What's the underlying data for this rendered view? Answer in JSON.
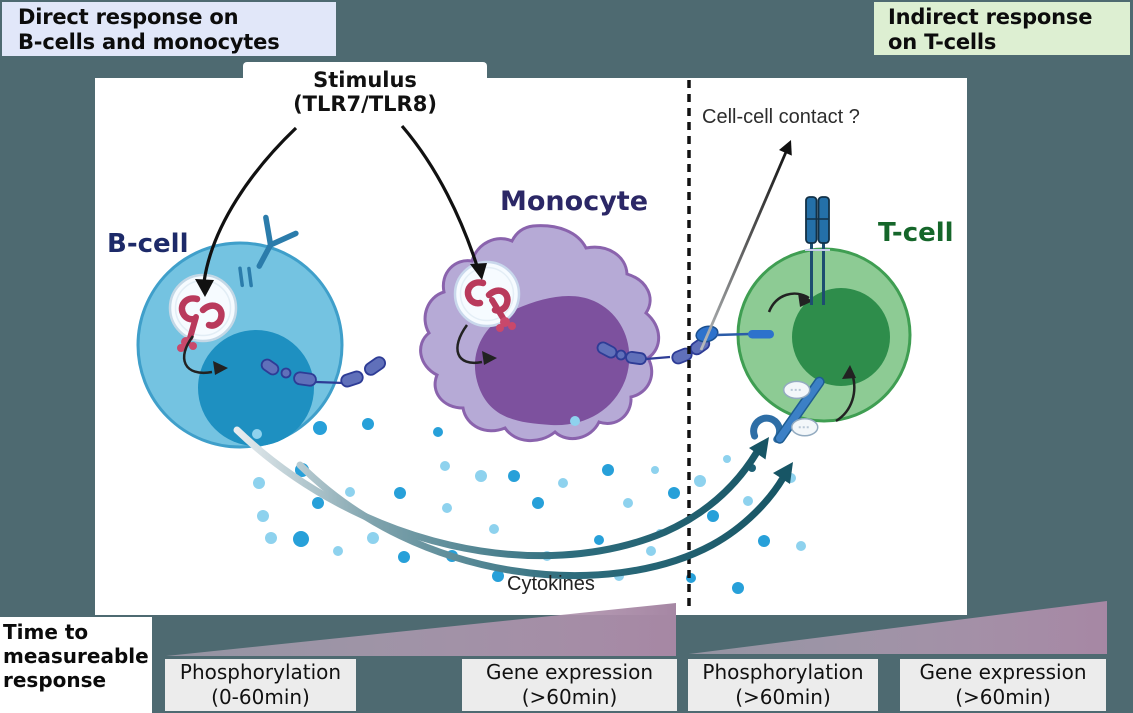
{
  "header": {
    "direct_label": {
      "line1": "Direct response on",
      "line2": "B-cells and monocytes"
    },
    "indirect_label": {
      "line1": "Indirect response",
      "line2": "on T-cells"
    }
  },
  "diagram": {
    "stimulus": {
      "line1": "Stimulus",
      "line2": "(TLR7/TLR8)"
    },
    "b_cell_label": "B-cell",
    "monocyte_label": "Monocyte",
    "t_cell_label": "T-cell",
    "cell_cell_contact_label": "Cell-cell contact ?",
    "cytokines_label": "Cytokines"
  },
  "timeline": {
    "axis_label": {
      "line1": "Time to",
      "line2": "measureable",
      "line3": "response"
    },
    "boxes": [
      {
        "line1": "Phosphorylation",
        "line2": "(0-60min)"
      },
      {
        "line1": "Gene expression",
        "line2": "(>60min)"
      },
      {
        "line1": "Phosphorylation",
        "line2": "(>60min)"
      },
      {
        "line1": "Gene expression",
        "line2": "(>60min)"
      }
    ]
  },
  "colors": {
    "bg": "#4e6a71",
    "panel": "#ffffff",
    "label-blue-bg": "#e1e7f9",
    "label-green-bg": "#ddefd2",
    "box-bg": "#ececec",
    "dot-light": "#8ed2ee",
    "dot-medium": "#27a0d9",
    "dot-teal": "#1d6075",
    "arrow-teal": "#175565",
    "triangle-light": "#cbb6c9",
    "triangle-dark": "#a687a4",
    "b-cell-label-color": "#1d2a69",
    "monocyte-label-color": "#2b2766",
    "t-cell-label-color": "#15662a"
  },
  "cytokine_dots": [
    [
      257,
      434,
      5,
      "L"
    ],
    [
      320,
      428,
      7,
      "M"
    ],
    [
      368,
      424,
      6,
      "M"
    ],
    [
      438,
      432,
      5,
      "M"
    ],
    [
      575,
      421,
      5,
      "L"
    ],
    [
      302,
      470,
      7,
      "M"
    ],
    [
      259,
      483,
      6,
      "L"
    ],
    [
      318,
      503,
      6,
      "M"
    ],
    [
      350,
      492,
      5,
      "L"
    ],
    [
      400,
      493,
      6,
      "M"
    ],
    [
      445,
      466,
      5,
      "L"
    ],
    [
      481,
      476,
      6,
      "L"
    ],
    [
      514,
      476,
      6,
      "M"
    ],
    [
      538,
      503,
      6,
      "M"
    ],
    [
      563,
      483,
      5,
      "L"
    ],
    [
      608,
      470,
      6,
      "M"
    ],
    [
      655,
      470,
      4,
      "L"
    ],
    [
      674,
      493,
      6,
      "M"
    ],
    [
      628,
      503,
      5,
      "L"
    ],
    [
      447,
      508,
      5,
      "L"
    ],
    [
      373,
      538,
      6,
      "L"
    ],
    [
      404,
      557,
      6,
      "M"
    ],
    [
      338,
      551,
      5,
      "L"
    ],
    [
      301,
      539,
      8,
      "M"
    ],
    [
      271,
      538,
      6,
      "L"
    ],
    [
      263,
      516,
      6,
      "L"
    ],
    [
      494,
      529,
      5,
      "L"
    ],
    [
      452,
      556,
      6,
      "M"
    ],
    [
      498,
      576,
      6,
      "M"
    ],
    [
      547,
      556,
      5,
      "L"
    ],
    [
      599,
      540,
      5,
      "M"
    ],
    [
      619,
      576,
      5,
      "L"
    ],
    [
      651,
      551,
      5,
      "L"
    ],
    [
      691,
      578,
      5,
      "M"
    ],
    [
      738,
      588,
      6,
      "M"
    ],
    [
      700,
      481,
      6,
      "L"
    ],
    [
      713,
      516,
      6,
      "M"
    ],
    [
      748,
      501,
      5,
      "L"
    ],
    [
      764,
      541,
      6,
      "M"
    ],
    [
      801,
      546,
      5,
      "L"
    ],
    [
      791,
      478,
      5,
      "L"
    ],
    [
      752,
      468,
      4,
      "T"
    ],
    [
      660,
      533,
      4,
      "L"
    ],
    [
      727,
      459,
      4,
      "L"
    ]
  ]
}
